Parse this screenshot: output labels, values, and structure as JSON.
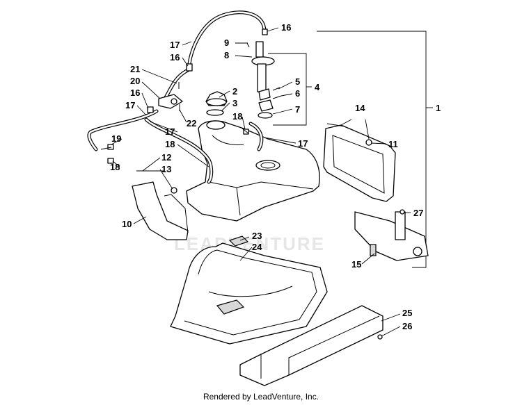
{
  "watermark": "LEADVENTURE",
  "footer": "Rendered by LeadVenture, Inc.",
  "callouts": [
    "1",
    "2",
    "3",
    "4",
    "5",
    "6",
    "7",
    "8",
    "9",
    "10",
    "11",
    "12",
    "13",
    "14",
    "15",
    "16",
    "16",
    "16",
    "17",
    "17",
    "17",
    "17",
    "18",
    "18",
    "18",
    "19",
    "20",
    "21",
    "22",
    "23",
    "24",
    "25",
    "26",
    "27"
  ]
}
